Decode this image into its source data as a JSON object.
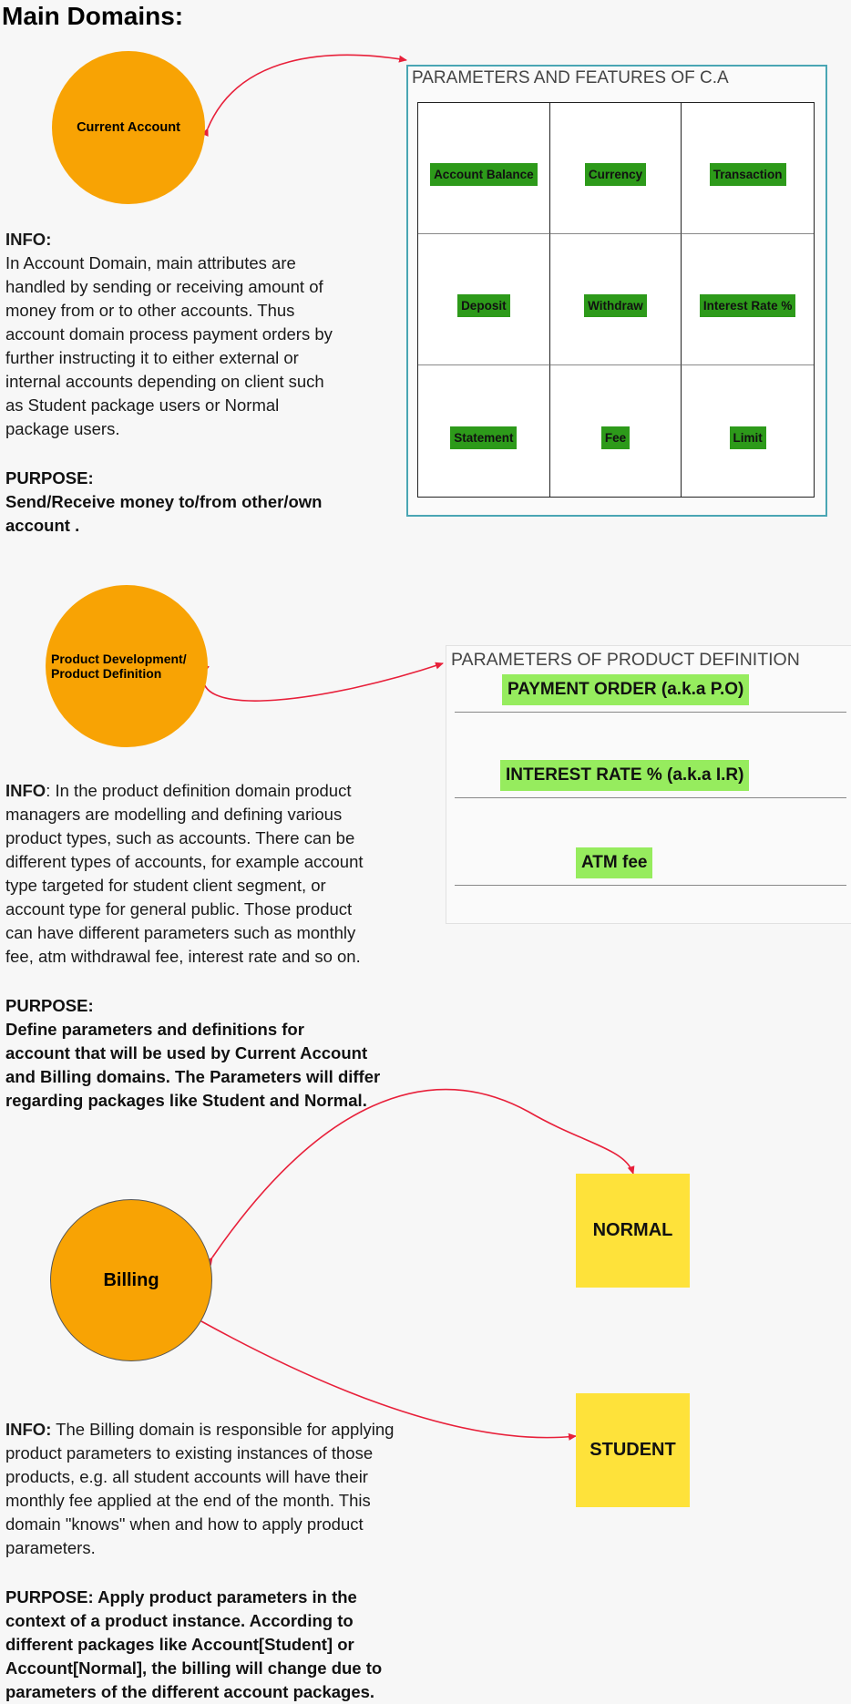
{
  "title": "Main Domains:",
  "current_account": {
    "circle_label": "Current Account",
    "info_label": "INFO:",
    "info_lines": [
      "In Account Domain, main attributes are",
      "handled by sending or receiving amount of",
      "money from or to other accounts. Thus",
      "account domain process payment orders by",
      "further instructing it to either external or",
      "internal accounts depending on client such",
      "as Student package users or Normal",
      "package users."
    ],
    "purpose_label": "PURPOSE:",
    "purpose_lines": [
      "Send/Receive money to/from other/own",
      "account ."
    ],
    "params_title": "PARAMETERS AND FEATURES OF C.A",
    "params": [
      "Account Balance",
      "Currency",
      "Transaction",
      "Deposit",
      "Withdraw",
      "Interest Rate %",
      "Statement",
      "Fee",
      "Limit"
    ]
  },
  "product_definition": {
    "circle_label_line1": "Product Development/",
    "circle_label_line2": "Product Definition",
    "info_label": "INFO",
    "info_lines": [
      ": In the product definition domain product",
      "managers are modelling and defining various",
      "product types, such as accounts. There can be",
      "different types of accounts, for example account",
      "type targeted for student client segment, or",
      "account type for general public. Those product",
      "can have different parameters such as monthly",
      "fee, atm withdrawal fee, interest rate and so on."
    ],
    "purpose_label": "PURPOSE:",
    "purpose_lines": [
      "Define parameters and definitions for",
      "account that will be used by Current Account",
      "and Billing domains. The Parameters will differ",
      "regarding packages like Student and Normal."
    ],
    "params_title": "PARAMETERS OF PRODUCT DEFINITION",
    "params": [
      "PAYMENT ORDER (a.k.a P.O)",
      "INTEREST RATE % (a.k.a I.R)",
      "ATM fee"
    ]
  },
  "billing": {
    "circle_label": "Billing",
    "info_label": "INFO:",
    "info_lines": [
      " The Billing domain is responsible for applying",
      "product parameters to existing instances of those",
      "products, e.g. all student accounts will have their",
      "monthly fee applied at the end of the month. This",
      "domain \"knows\" when and how to apply product",
      "parameters."
    ],
    "purpose_lines": [
      "PURPOSE: Apply product parameters in the",
      "context of a product instance. According to",
      "different packages like Account[Student] or",
      "Account[Normal], the billing will change due to",
      "parameters of the different account packages."
    ],
    "packages": [
      "NORMAL",
      "STUDENT"
    ]
  },
  "colors": {
    "domain_circle": "#f8a304",
    "ca_param_tag": "#2d9a1a",
    "pd_param_tag": "#96ec5e",
    "sticky_note": "#fee23a",
    "arrow": "#e8203a",
    "frame_border": "#4aa6b4"
  }
}
